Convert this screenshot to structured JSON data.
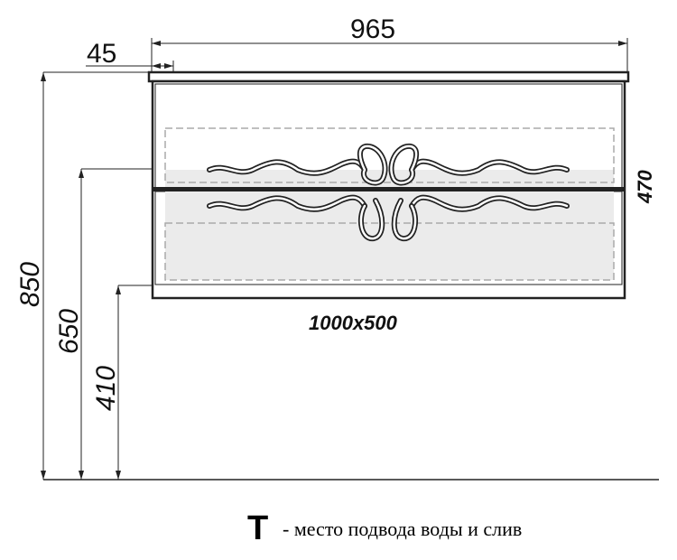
{
  "dimensions": {
    "top_width": "965",
    "top_overhang": "45",
    "total_height": "850",
    "upper_level": "650",
    "lower_level": "410",
    "cabinet_height": "470"
  },
  "cabinet_size": "1000x500",
  "legend": {
    "symbol": "T",
    "description": "- место подвода воды и слив"
  }
}
